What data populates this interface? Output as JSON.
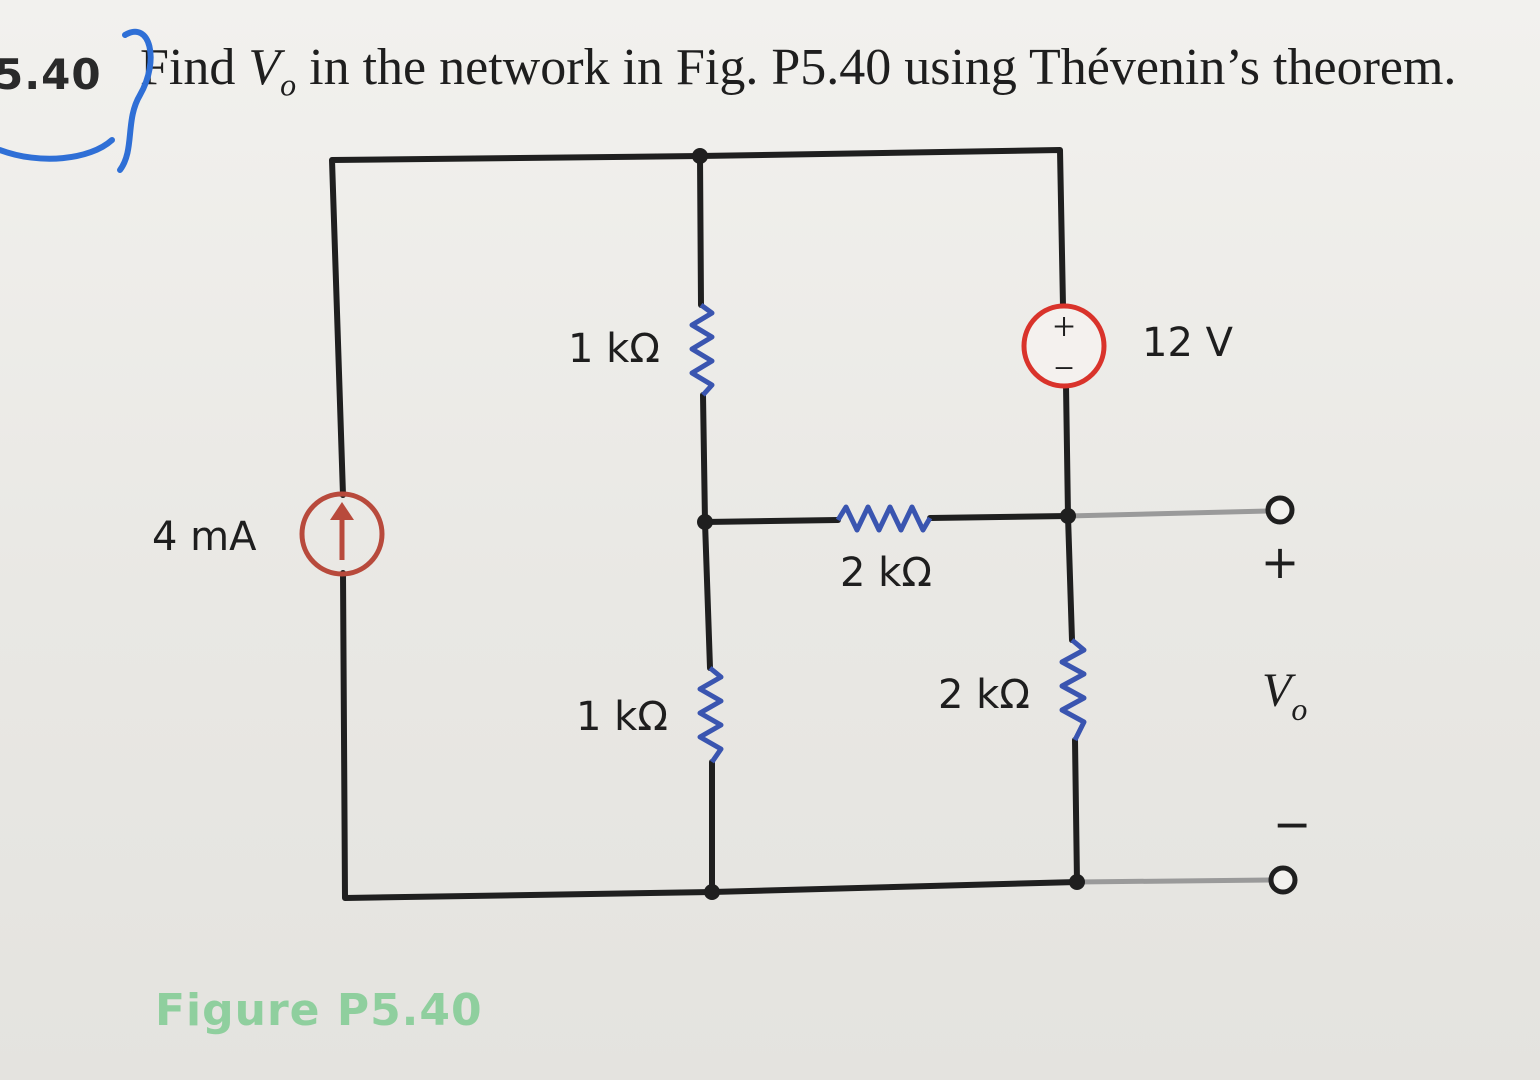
{
  "problem": {
    "number": "5.40",
    "text_before": "Find ",
    "variable": "V",
    "subscript": "o",
    "text_after": " in the network in Fig. P5.40 using Thévenin’s theorem."
  },
  "circuit": {
    "current_source": {
      "label": "4 mA",
      "direction": "up",
      "color": "#b84a3c"
    },
    "resistor_top_left": {
      "label": "1 kΩ"
    },
    "resistor_bottom_left": {
      "label": "1 kΩ"
    },
    "resistor_middle": {
      "label": "2 kΩ"
    },
    "resistor_right": {
      "label": "2 kΩ"
    },
    "voltage_source": {
      "label": "12 V",
      "plus": "+",
      "minus": "−",
      "color": "#d9332b"
    },
    "output": {
      "plus": "+",
      "minus": "−",
      "variable": "V",
      "subscript": "o"
    },
    "resistor_color": "#3a55b0",
    "wire_color": "#1f1f1f",
    "annotation_color": "#2f6fd6"
  },
  "caption": "Figure P5.40"
}
